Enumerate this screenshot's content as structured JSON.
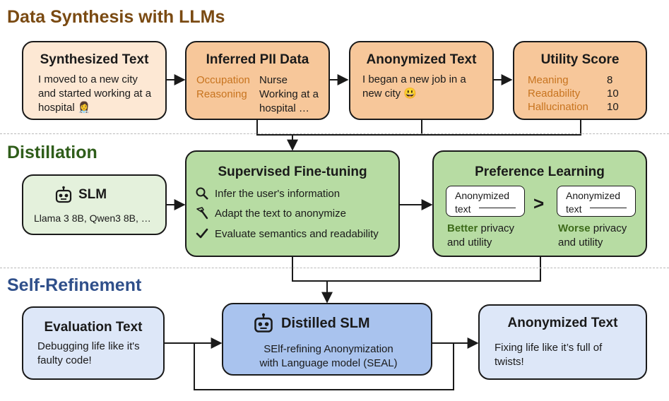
{
  "sections": {
    "synthesis": "Data Synthesis with LLMs",
    "distillation": "Distillation",
    "refinement": "Self-Refinement"
  },
  "colors": {
    "synthesis_title": "#7a4a12",
    "distillation_title": "#2f5d1a",
    "refinement_title": "#2f4f8a",
    "peach_light": "#fde8d4",
    "peach": "#f7c79a",
    "green_light": "#e4f1dc",
    "green": "#b7dca3",
    "blue_light": "#dde7f8",
    "blue": "#a9c3ee",
    "orange_text": "#c8741f"
  },
  "synth_text": {
    "title": "Synthesized Text",
    "body": "I moved to a new city and started working at a hospital",
    "emoji": "👩‍⚕️"
  },
  "inferred": {
    "title": "Inferred PII Data",
    "occupation_key": "Occupation",
    "occupation_val": "Nurse",
    "reasoning_key": "Reasoning",
    "reasoning_val": "Working at a hospital …"
  },
  "anon_text": {
    "title": "Anonymized Text",
    "body": "I began a new job in a new city",
    "emoji": "😃"
  },
  "utility": {
    "title": "Utility Score",
    "rows": [
      {
        "key": "Meaning",
        "val": "8"
      },
      {
        "key": "Readability",
        "val": "10"
      },
      {
        "key": "Hallucination",
        "val": "10"
      }
    ]
  },
  "slm": {
    "title": "SLM",
    "models": "Llama 3 8B, Qwen3 8B, …",
    "icon": "robot-icon"
  },
  "sft": {
    "title": "Supervised Fine-tuning",
    "items": [
      {
        "icon": "search-icon",
        "label": "Infer the user's information"
      },
      {
        "icon": "hammer-icon",
        "label": "Adapt the text to anonymize"
      },
      {
        "icon": "check-icon",
        "label": "Evaluate semantics and readability"
      }
    ]
  },
  "pref": {
    "title": "Preference Learning",
    "card_text": "Anonymized text",
    "gt": ">",
    "better_word": "Better",
    "better_rest": " privacy and utility",
    "worse_word": "Worse",
    "worse_rest": " privacy and utility"
  },
  "eval_text": {
    "title": "Evaluation Text",
    "body": "Debugging life like it's faulty code!"
  },
  "distilled": {
    "title": "Distilled SLM",
    "line1": "SElf-refining Anonymization",
    "line2": "with Language model (SEAL)"
  },
  "anon_out": {
    "title": "Anonymized Text",
    "body": "Fixing life like it’s full of twists!"
  }
}
